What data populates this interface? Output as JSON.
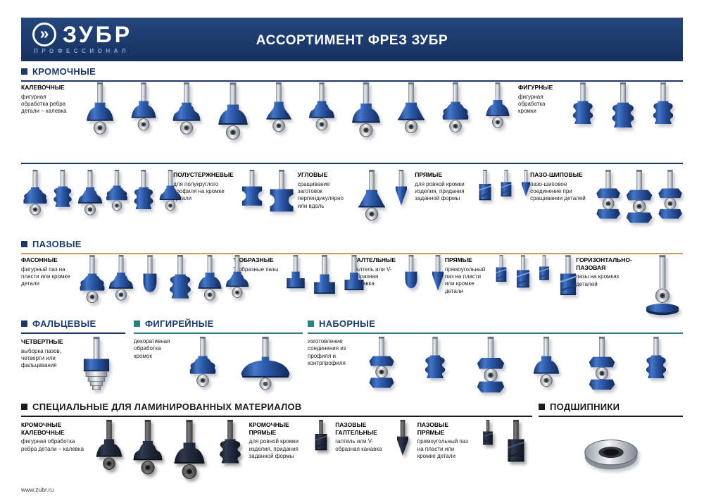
{
  "colors": {
    "navy": "#1b3a6b",
    "tan": "#c49a67",
    "teal": "#2e7f86",
    "black": "#1c1c1c",
    "bit_blue": "#2c58a8"
  },
  "header": {
    "logo_text": "ЗУБР",
    "logo_subtitle": "ПРОФЕССИОНАЛ",
    "title": "АССОРТИМЕНТ ФРЕЗ ЗУБР"
  },
  "icons": {
    "zubr_logo_icon": "»",
    "router_bit_icon": "stylized router bit",
    "bearing_icon": "ball bearing"
  },
  "sections": {
    "kromochnye": {
      "title": "КРОМОЧНЫЕ",
      "title_color": "#1b3a6b",
      "line_color": "#1b3a6b",
      "square_color": "#1b3a6b",
      "groups": {
        "kalevochnye": {
          "label": "КАЛЕВОЧНЫЕ",
          "desc": "фигурная обработка ребра детали – калевка"
        },
        "figurnye": {
          "label": "ФИГУРНЫЕ",
          "desc": "фигурная обработка кромки"
        },
        "polusterzhnevye": {
          "label": "ПОЛУСТЕРЖНЕВЫЕ",
          "desc": "для полукруглого профиля на кромке детали"
        },
        "uglovye": {
          "label": "УГЛОВЫЕ",
          "desc": "сращивание заготовок перпендикулярно или вдоль"
        },
        "pryamye": {
          "label": "ПРЯМЫЕ",
          "desc": "для ровной кромки изделия, придания заданной формы"
        },
        "pazo_shipovye": {
          "label": "ПАЗО-ШИПОВЫЕ",
          "desc": "пазо-шиповое соединение при сращивании деталей"
        }
      }
    },
    "pazovye": {
      "title": "ПАЗОВЫЕ",
      "title_color": "#1b3a6b",
      "line_color": "#c49a67",
      "square_color": "#1b3a6b",
      "groups": {
        "fasonnye": {
          "label": "ФАСОННЫЕ",
          "desc": "фигурный паз на пласти или кромке детали"
        },
        "t_obraznye": {
          "label": "Т-ОБРАЗНЫЕ",
          "desc": "Т-образные пазы"
        },
        "galtelnye": {
          "label": "ГАЛТЕЛЬНЫЕ",
          "desc": "галтель или V-образная канавка"
        },
        "pryamye": {
          "label": "ПРЯМЫЕ",
          "desc": "прямоугольный паз на пласти или кромке детали"
        },
        "gorizontalno_pazovaya": {
          "label": "ГОРИЗОНТАЛЬНО-ПАЗОВАЯ",
          "desc": "пазы на кромках деталей"
        }
      }
    },
    "faltsevye": {
      "title": "ФАЛЬЦЕВЫЕ",
      "title_color": "#1b3a6b",
      "line_color": "#1b3a6b",
      "square_color": "#1b3a6b",
      "groups": {
        "chetvertnye": {
          "label": "ЧЕТВЕРТНЫЕ",
          "desc": "выборка пазов, четверти или фальцевания"
        }
      }
    },
    "figireynye": {
      "title": "ФИГИРЕЙНЫЕ",
      "title_color": "#1b3a6b",
      "line_color": "#2e7f86",
      "square_color": "#2e7f86",
      "desc": "декоративная обработка кромок"
    },
    "nabornye": {
      "title": "НАБОРНЫЕ",
      "title_color": "#1b3a6b",
      "line_color": "#2e7f86",
      "square_color": "#2e7f86",
      "desc": "изготовление соединения из профиля и контрпрофиля"
    },
    "spetsialnye": {
      "title": "СПЕЦИАЛЬНЫЕ ДЛЯ ЛАМИНИРОВАННЫХ МАТЕРИАЛОВ",
      "title_color": "#1c1c1c",
      "line_color": "#1c1c1c",
      "square_color": "#1c1c1c",
      "groups": {
        "kromochnye_kalevochnye": {
          "label": "КРОМОЧНЫЕ КАЛЕВОЧНЫЕ",
          "desc": "фигурная обработка ребра детали – калевка"
        },
        "kromochnye_pryamye": {
          "label": "КРОМОЧНЫЕ ПРЯМЫЕ",
          "desc": "для ровной кромки изделия, придания заданной формы"
        },
        "pazovye_galtelnye": {
          "label": "ПАЗОВЫЕ ГАЛТЕЛЬНЫЕ",
          "desc": "галтель или V-образная канавка"
        },
        "pazovye_pryamye": {
          "label": "ПАЗОВЫЕ ПРЯМЫЕ",
          "desc": "прямоугольный паз на пласти или кромке детали"
        }
      }
    },
    "podshipniki": {
      "title": "ПОДШИПНИКИ",
      "title_color": "#1c1c1c",
      "line_color": "#1c1c1c",
      "square_color": "#1c1c1c"
    }
  },
  "footer": {
    "url": "www.zubr.ru"
  }
}
